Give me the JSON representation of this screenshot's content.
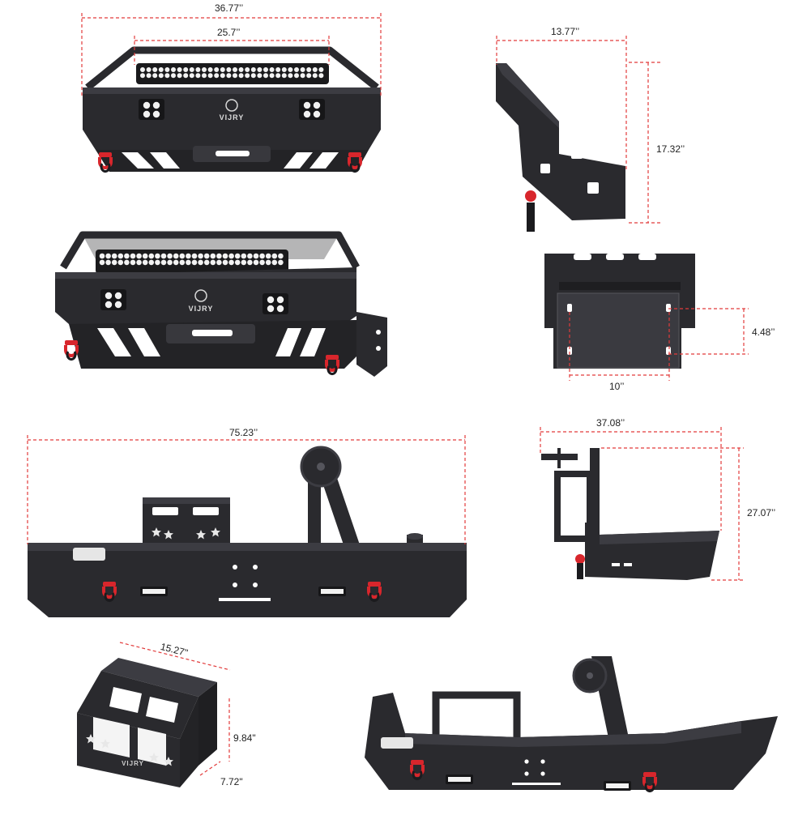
{
  "colors": {
    "steel": "#2a2a2e",
    "steel_light": "#3c3c42",
    "steel_edge": "#55555c",
    "dimension": "#e23b3b",
    "shackle": "#d8262c",
    "led": "#f2f2f2"
  },
  "brand": "VIJRY",
  "dimensions": {
    "front_width": "36.77’’",
    "lightbar_width": "25.7’’",
    "side_depth": "13.77’’",
    "side_height": "17.32’’",
    "plate_height": "4.48’’",
    "plate_width": "10’’",
    "rear_width": "75.23’’",
    "rear_side_depth": "37.08’’",
    "rear_side_height": "27.07’’",
    "box_width": "15.27\"",
    "box_height": "9.84\"",
    "box_depth": "7.72\""
  }
}
